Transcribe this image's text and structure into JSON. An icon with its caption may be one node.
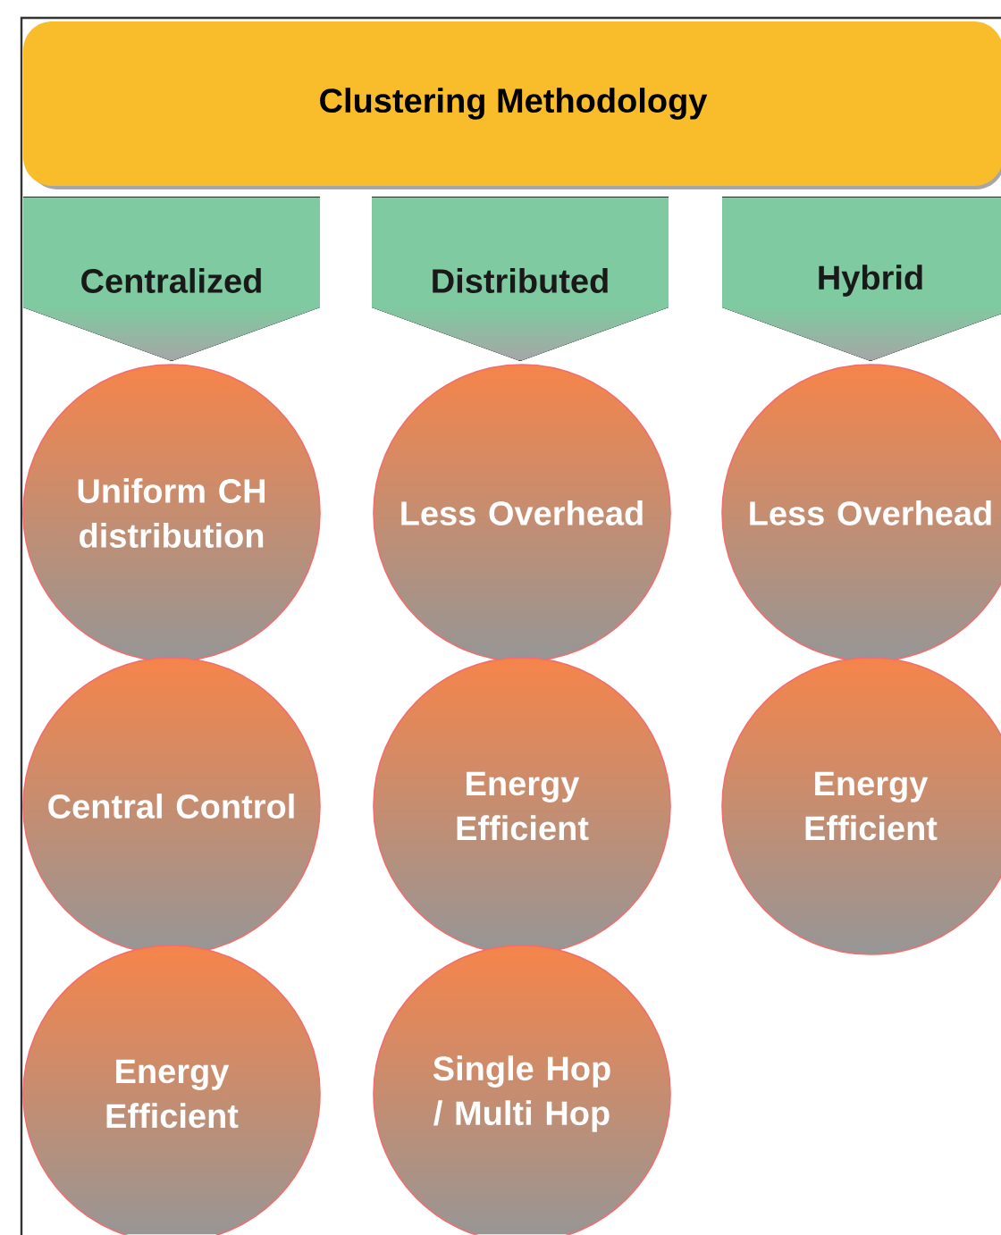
{
  "diagram": {
    "nodes": [
      {
        "text": [
          "Clustering Methodology"
        ]
      },
      {
        "text": [
          "Centralized"
        ]
      },
      {
        "text": [
          "Distributed"
        ]
      },
      {
        "text": [
          "Hybrid"
        ]
      },
      {
        "text": [
          "Uniform CH distribution"
        ]
      },
      {
        "text": [
          "Less Overhead"
        ]
      },
      {
        "text": [
          "Less Overhead"
        ]
      },
      {
        "text": [
          "Central Control"
        ]
      },
      {
        "text": [
          "Energy Efficient"
        ]
      },
      {
        "text": [
          "Energy Efficient"
        ]
      },
      {
        "text": [
          "Energy Efficient"
        ]
      },
      {
        "text": [
          "Single Hop / Multi Hop"
        ]
      }
    ]
  }
}
